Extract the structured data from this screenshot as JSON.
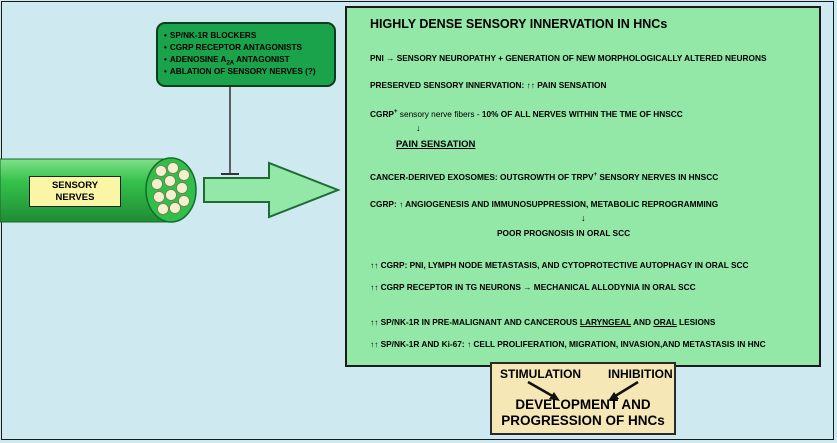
{
  "inhibitors": {
    "items": [
      "SP/NK-1R BLOCKERS",
      "CGRP RECEPTOR ANTAGONISTS",
      "ADENOSINE A",
      "ABLATION OF SENSORY NERVES (?)"
    ],
    "adenosine_prefix": "ADENOSINE A",
    "adenosine_sub": "2A",
    "adenosine_suffix": " ANTAGONIST"
  },
  "nerve": {
    "label": "SENSORY NERVES"
  },
  "panel": {
    "title": "HIGHLY DENSE SENSORY INNERVATION IN HNCs",
    "l1": "PNI → SENSORY NEUROPATHY + GENERATION OF NEW MORPHOLOGICALLY ALTERED NEURONS",
    "l2": "PRESERVED SENSORY INNERVATION: ↑↑ PAIN SENSATION",
    "l3_a": "CGRP",
    "l3_sup": "+",
    "l3_b": " sensory nerve fibers - ",
    "l3_c": "10% OF ALL NERVES WITHIN THE TME OF HNSCC",
    "arrow": "↓",
    "pain": "PAIN SENSATION",
    "l4_a": "CANCER-DERIVED EXOSOMES: OUTGROWTH OF TRPV",
    "l4_sup": "+",
    "l4_b": " SENSORY NERVES IN HNSCC",
    "l5": "CGRP: ↑ ANGIOGENESIS AND IMMUNOSUPPRESSION, METABOLIC REPROGRAMMING",
    "poor": "POOR PROGNOSIS IN ORAL SCC",
    "l6": "↑↑ CGRP: PNI, LYMPH NODE METASTASIS, AND CYTOPROTECTIVE AUTOPHAGY IN ORAL SCC",
    "l7": "↑↑ CGRP RECEPTOR IN TG NEURONS → MECHANICAL ALLODYNIA IN ORAL SCC",
    "l8_a": "↑↑ SP/NK-1R IN PRE-MALIGNANT AND CANCEROUS ",
    "l8_b": "LARYNGEAL",
    "l8_c": " AND ",
    "l8_d": "ORAL",
    "l8_e": " LESIONS",
    "l9": "↑↑ SP/NK-1R AND Ki-67: ↑ CELL PROLIFERATION, MIGRATION, INVASION,AND METASTASIS IN HNC"
  },
  "outcome": {
    "stimulation": "STIMULATION",
    "inhibition": "INHIBITION",
    "line1": "DEVELOPMENT AND",
    "line2": "PROGRESSION OF HNCs"
  },
  "colors": {
    "background": "#cfe9f1",
    "panel": "#93e7a7",
    "inhibitor_box": "#1aa34a",
    "nerve": "#28c04a",
    "label_box": "#fbf6a6",
    "outcome_box": "#f6e8b6"
  }
}
